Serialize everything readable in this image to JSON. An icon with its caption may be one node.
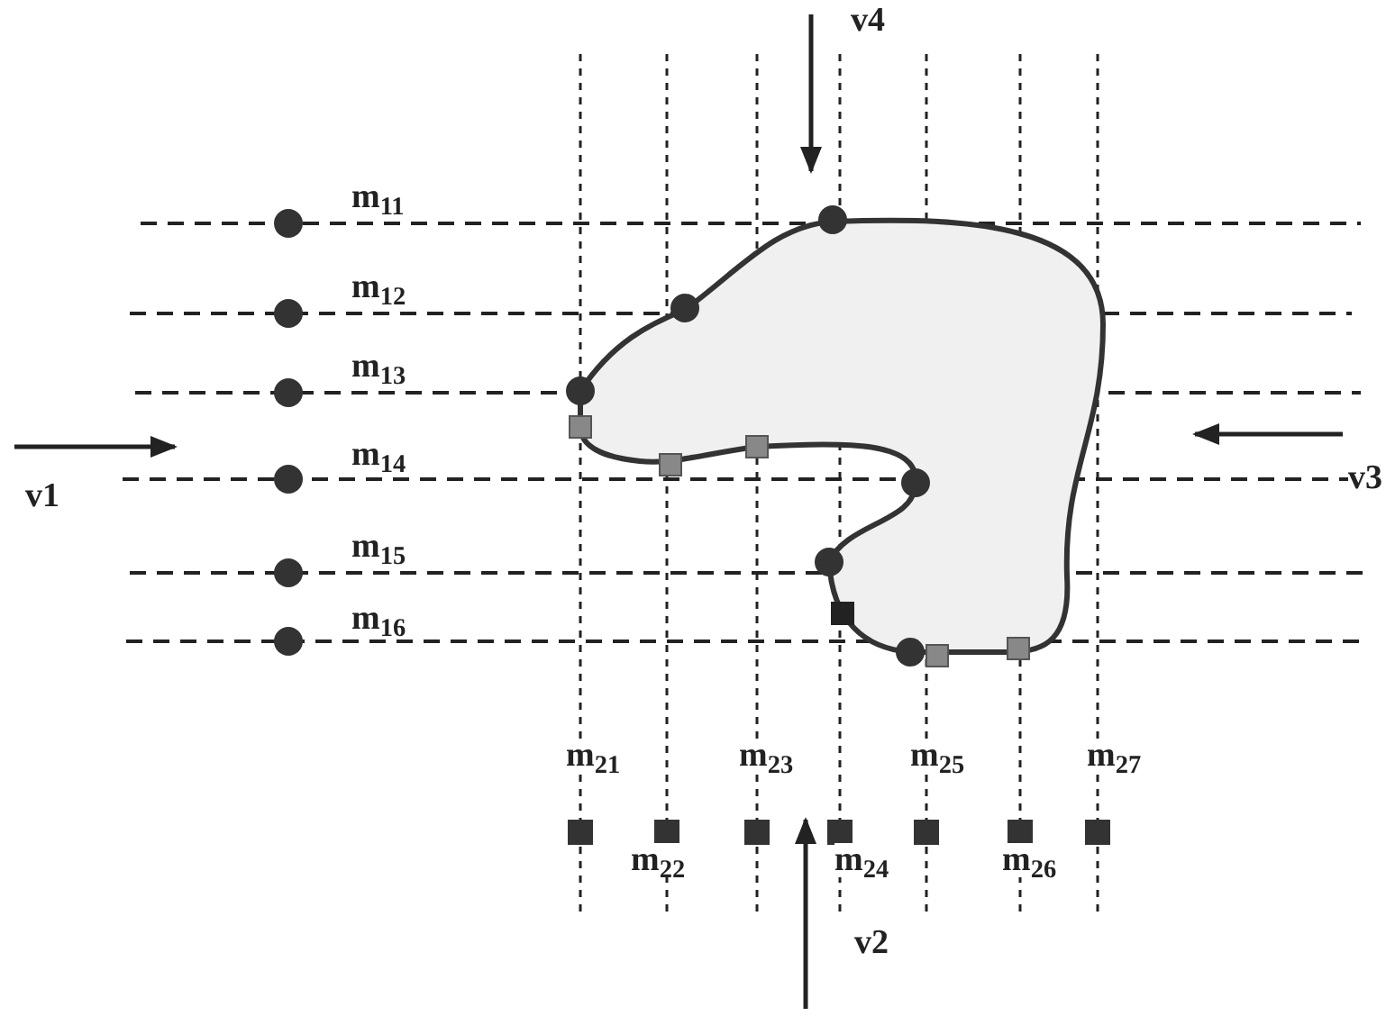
{
  "diagram": {
    "labels": [
      "v4",
      "m$_{11}$",
      "m$_{12}$",
      "m$_{13}$",
      "m$_{14}$",
      "v3",
      "v1",
      "m$_{15}$",
      "m$_{16}$",
      "m$_{21}$",
      "m$_{23}$",
      "m$_{25}$",
      "m$_{27}$",
      "m$_{22}$",
      "m$_{24}$",
      "m$_{26}$",
      "v2"
    ]
  }
}
